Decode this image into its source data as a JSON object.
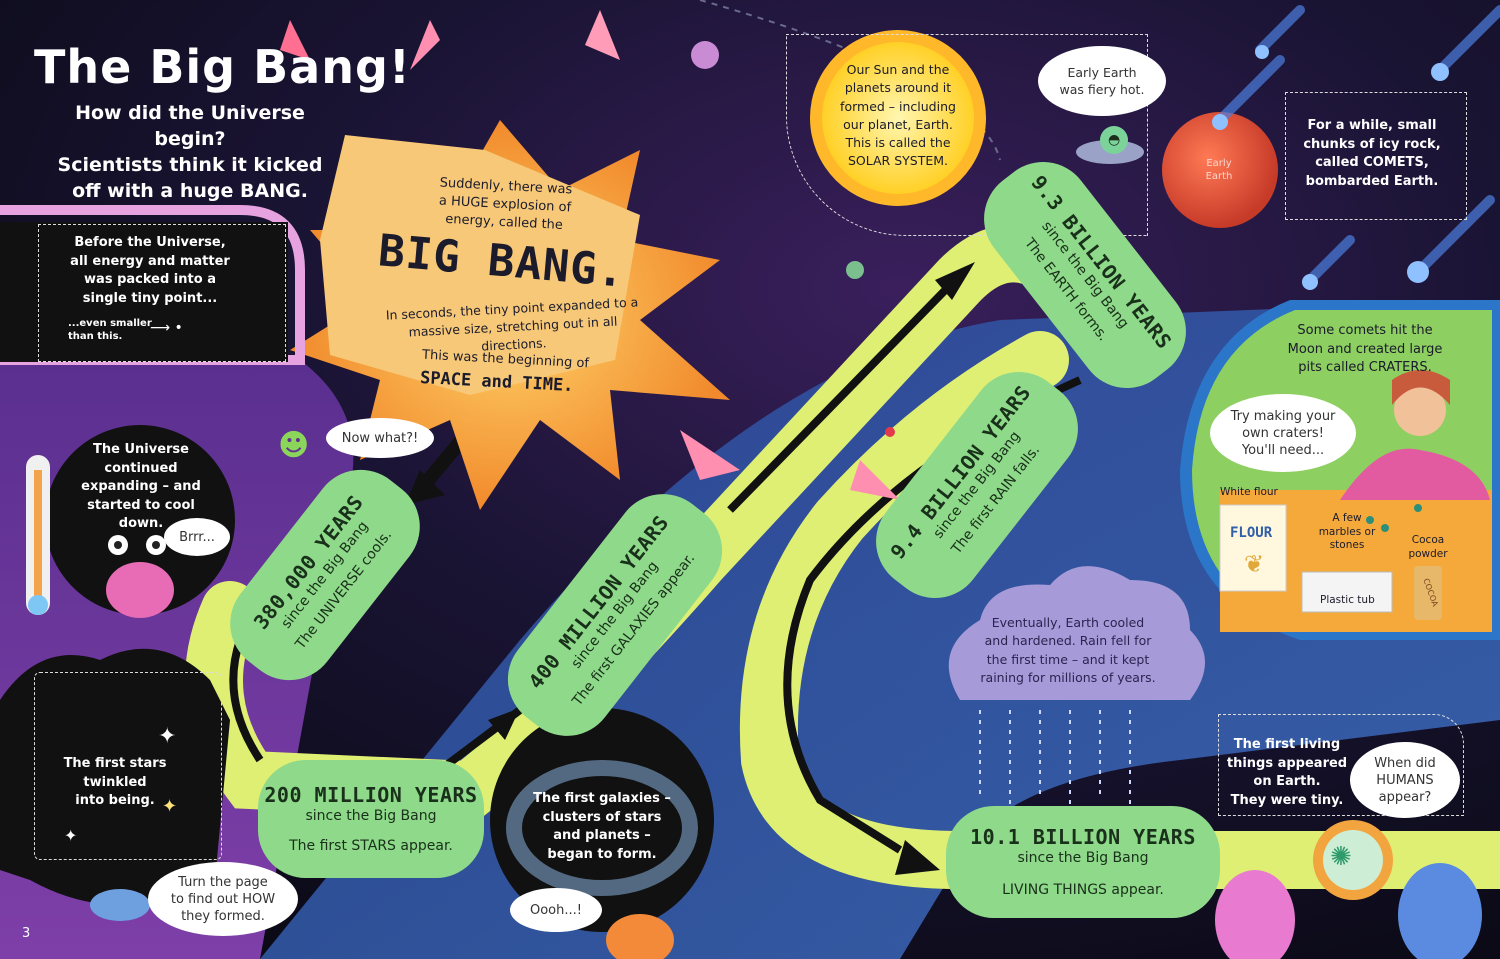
{
  "title": "The Big Bang!",
  "subtitle": "How did the Universe begin?\nScientists think it kicked\noff with a huge BANG.",
  "before_universe": {
    "text": "Before the Universe,\nall energy and matter\nwas packed into a\nsingle tiny point...",
    "smaller": "...even smaller\nthan this."
  },
  "explosion": {
    "intro": "Suddenly, there was\na HUGE explosion of\nenergy, called the",
    "headline": "BIG BANG.",
    "body": "In seconds, the tiny point expanded to a\nmassive size, stretching out in all directions.",
    "beginning": "This was the beginning of",
    "space_time": "SPACE and TIME."
  },
  "solar_system": "Our Sun and the\nplanets around it\nformed – including\nour planet, Earth.\nThis is called the\nSOLAR SYSTEM.",
  "early_earth_bubble": "Early Earth\nwas fiery hot.",
  "early_earth_label": "Early\nEarth",
  "comets": "For a while, small\nchunks of icy rock,\ncalled COMETS,\nbombarded Earth.",
  "universe_cooling": {
    "text": "The Universe\ncontinued\nexpanding – and\nstarted to cool down.",
    "brrr": "Brrr..."
  },
  "now_what": "Now what?!",
  "timeline": [
    {
      "years": "380,000 YEARS",
      "since": "since the Big Bang",
      "event": "The UNIVERSE cools."
    },
    {
      "years": "200 MILLION YEARS",
      "since": "since the Big Bang",
      "event": "The first STARS appear."
    },
    {
      "years": "400 MILLION YEARS",
      "since": "since the Big Bang",
      "event": "The first GALAXIES appear."
    },
    {
      "years": "9.3 BILLION YEARS",
      "since": "since the Big Bang",
      "event": "The EARTH forms."
    },
    {
      "years": "9.4 BILLION YEARS",
      "since": "since the Big Bang",
      "event": "The first RAIN falls."
    },
    {
      "years": "10.1 BILLION YEARS",
      "since": "since the Big Bang",
      "event": "LIVING THINGS appear."
    }
  ],
  "stars_box": "The first stars\ntwinkled\ninto being.",
  "turn_page": "Turn the page\nto find out HOW\nthey formed.",
  "galaxies_text": "The first galaxies –\nclusters of stars\nand planets –\nbegan to form.",
  "oooh": "Oooh...!",
  "rain_cloud": "Eventually, Earth cooled\nand hardened. Rain fell for\nthe first time – and it kept\nraining for millions of years.",
  "craters": {
    "intro": "Some comets hit the\nMoon and created large\npits called CRATERS.",
    "try": "Try making your\nown craters!\nYou'll need...",
    "flour_label": "White flour",
    "flour_bag": "FLOUR",
    "marbles": "A few\nmarbles or\nstones",
    "cocoa": "Cocoa\npowder",
    "cocoa_can": "COCOA",
    "tub": "Plastic tub"
  },
  "first_living": "The first living\nthings appeared\non Earth.\nThey were tiny.",
  "humans": "When did\nHUMANS\nappear?",
  "page_number": "3",
  "colors": {
    "pill_green": "#8fd98a",
    "path_yellow": "#dfef73",
    "arrow_black": "#111111",
    "sun_yellow": "#ffd93a",
    "earth_red": "#e2563a",
    "explosion_orange": "#f9b24a"
  }
}
